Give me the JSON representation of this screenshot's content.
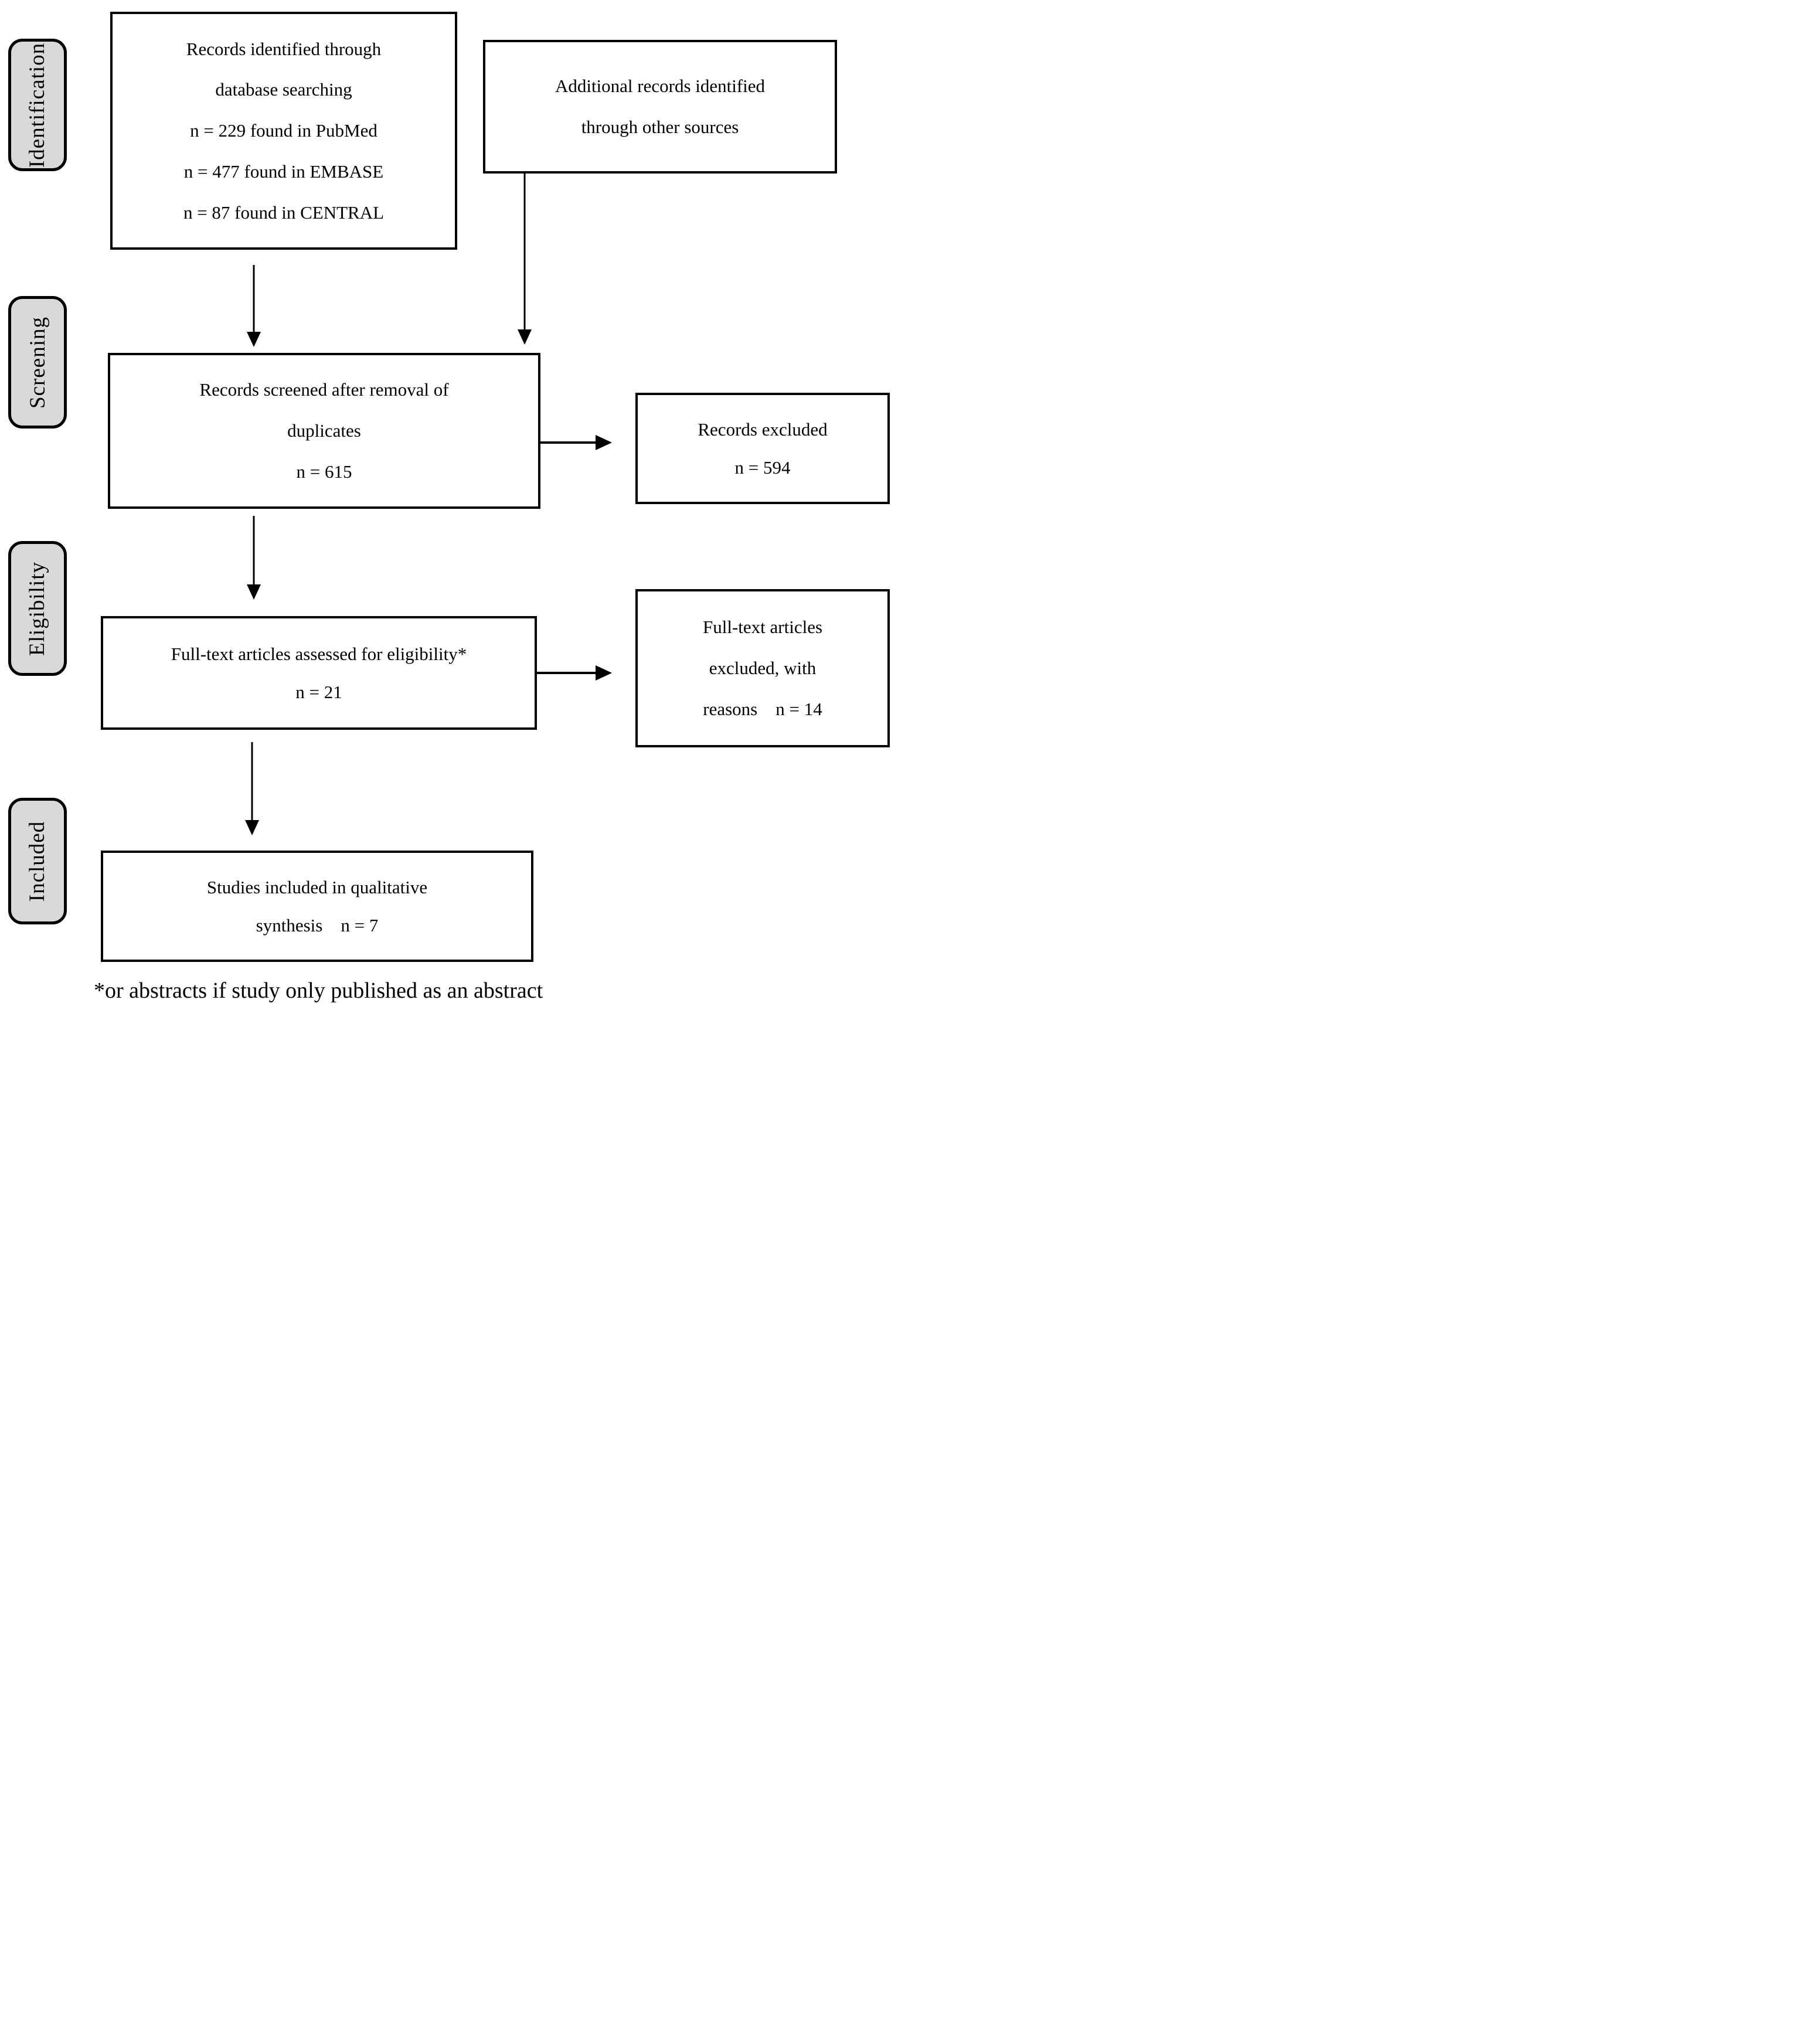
{
  "colors": {
    "background": "#ffffff",
    "stage_fill": "#d9d9d9",
    "line": "#000000"
  },
  "stages": [
    {
      "id": "identification",
      "label": "Identification"
    },
    {
      "id": "screening",
      "label": "Screening"
    },
    {
      "id": "eligibility",
      "label": "Eligibility"
    },
    {
      "id": "included",
      "label": "Included"
    }
  ],
  "boxes": [
    {
      "id": "records-identified",
      "text": "Records identified through\ndatabase searching\nn = 229 found in PubMed\nn = 477 found in EMBASE\nn = 87 found in CENTRAL"
    },
    {
      "id": "additional-records",
      "text": "Additional records identified\nthrough other sources"
    },
    {
      "id": "records-screened",
      "text": "Records screened after removal of\nduplicates\nn = 615"
    },
    {
      "id": "records-excluded",
      "text": "Records excluded\nn = 594"
    },
    {
      "id": "fulltext-assessed",
      "text": "Full-text articles assessed for eligibility*\nn = 21"
    },
    {
      "id": "fulltext-excluded",
      "text": "Full-text articles\nexcluded, with\nreasons    n = 14"
    },
    {
      "id": "studies-included",
      "text": "Studies included in qualitative\nsynthesis    n = 7"
    }
  ],
  "footnote": "*or abstracts if study only published as an abstract"
}
